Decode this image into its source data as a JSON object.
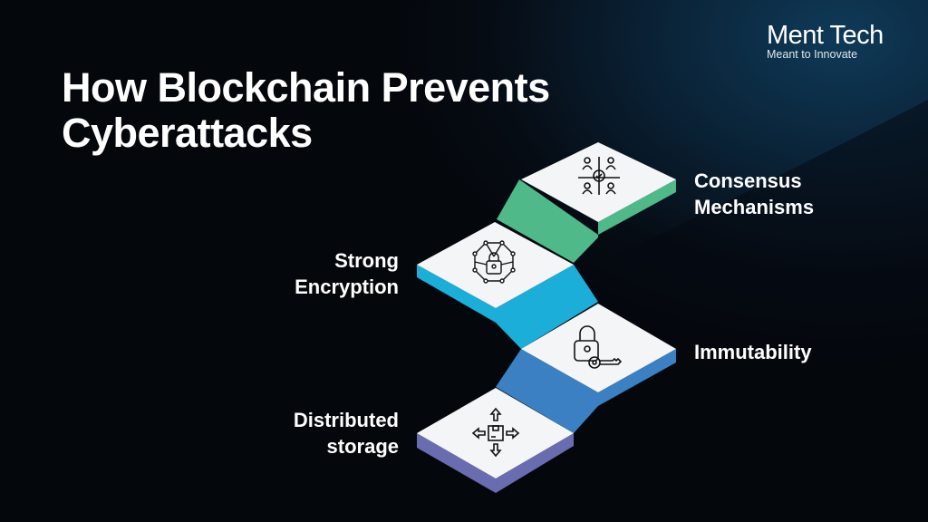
{
  "title": {
    "line1": "How Blockchain Prevents",
    "line2": "Cyberattacks"
  },
  "logo": {
    "name": "Ment Tech",
    "tagline": "Meant to Innovate"
  },
  "steps": [
    {
      "line1": "Consensus",
      "line2": "Mechanisms",
      "icon": "consensus-people-icon",
      "color": "#4fb98a"
    },
    {
      "line1": "Strong",
      "line2": "Encryption",
      "icon": "network-lock-icon",
      "color": "#1aaed8"
    },
    {
      "line1": "Immutability",
      "icon": "lock-key-icon",
      "color": "#3b80c2"
    },
    {
      "line1": "Distributed",
      "line2": "storage",
      "icon": "distributed-box-icon",
      "color": "#6a6cb0"
    }
  ]
}
